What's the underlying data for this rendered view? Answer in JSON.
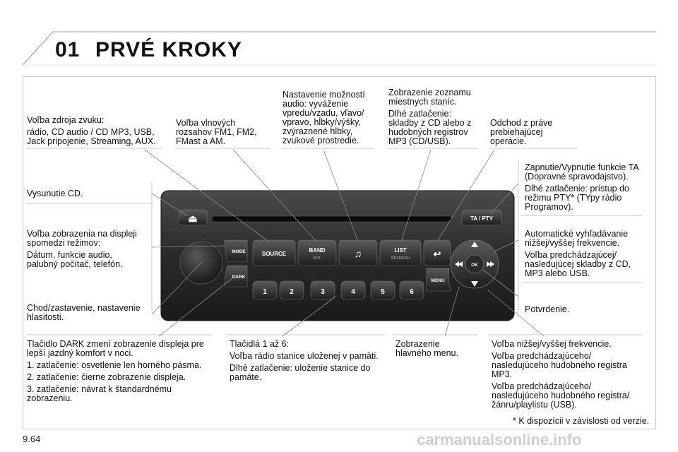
{
  "header": {
    "chapter_number": "01",
    "title": "PRVÉ KROKY"
  },
  "page_number": "9.64",
  "watermark": "carmanualsonline.info",
  "footnote": "* K dispozícii v závislosti od verzie.",
  "labels": {
    "source": [
      "Voľba zdroja zvuku:",
      "rádio, CD audio / CD MP3, USB,\nJack pripojenie, Streaming, AUX."
    ],
    "band": [
      "Voľba vlnových\nrozsahov FM1, FM2,\nFMast a AM."
    ],
    "audio": [
      "Nastavenie možností\naudio: vyváženie\nvpredu/vzadu, vľavo/\nvpravo, hĺbky/výšky,\nzvýraznené hlbky,\nzvukové prostredie."
    ],
    "list": [
      "Zobrazenie zoznamu\nmiestnych staníc.",
      "Dlhé zatlačenie:\nskladby z CD alebo z\nhudobných registrov\nMP3 (CD/USB)."
    ],
    "back": [
      "Odchod z práve\nprebiehajúcej\noperácie."
    ],
    "ta_pty": [
      "Zapnutie/Vypnutie funkcie TA\n(Dopravné spravodajstvo).",
      "Dlhé zatlačenie: prístup do\nrežimu PTY* (TYpy rádio\nProgramov)."
    ],
    "eject": [
      "Vysunutie CD."
    ],
    "mode": [
      "Voľba zobrazenia na displeji\nspomedzi režimov:",
      "Dátum, funkcie audio,\npalubný počítač, telefón."
    ],
    "seek": [
      "Automatické vyhľadávanie\nnižšej/vyššej frekvencie.",
      "Voľba predchádzajúcej/\nnasledujúcej skladby z CD,\nMP3 alebo USB."
    ],
    "volume": [
      "Chod/zastavenie, nastavenie\nhlasitosti."
    ],
    "ok": [
      "Potvrdenie."
    ],
    "dark": [
      "Tlačidlo DARK zmení zobrazenie displeja pre\nlepší jazdný komfort v noci.",
      "1. zatlačenie: osvetlenie len horného pásma.",
      "2. zatlačenie: čierne zobrazenie displeja.",
      "3. zatlačenie: návrat k štandardnému\nzobrazeniu."
    ],
    "presets": [
      "Tlačidlá 1 až 6:",
      "Voľba rádio stanice uloženej v pamäti.",
      "Dlhé zatlačenie: uloženie stanice do\npamäte."
    ],
    "menu": [
      "Zobrazenie\nhlavného menu."
    ],
    "updown": [
      "Voľba nižšej/vyššej frekvencie.",
      "Voľba predchádzajúceho/\nnasledujúceho hudobného registra\nMP3.",
      "Voľba predchádzajúceho/\nnasledujúceho hudobného registra/\nžánru/playlistu (USB)."
    ]
  },
  "radio": {
    "eject_symbol": "⏏",
    "source_label": "SOURCE",
    "band_label": "BAND",
    "band_sub": "AST",
    "note_symbol": "♫",
    "list_label": "LIST",
    "list_sub": "REFRESH",
    "back_symbol": "↩",
    "ta_label": "TA / PTY",
    "mode_label": "MODE",
    "dark_label": "DARK",
    "menu_label": "MENU",
    "ok_label": "OK",
    "presets": [
      "1",
      "2",
      "3",
      "4",
      "5",
      "6"
    ]
  },
  "colors": {
    "accent": "#c8102e",
    "panel": "#2c2c2c"
  }
}
